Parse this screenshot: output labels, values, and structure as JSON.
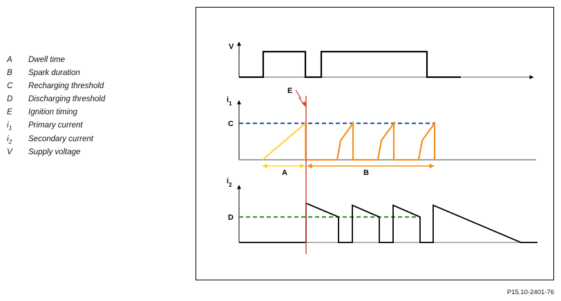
{
  "legend": [
    {
      "key": "A",
      "sub": "",
      "label": "Dwell time"
    },
    {
      "key": "B",
      "sub": "",
      "label": "Spark duration"
    },
    {
      "key": "C",
      "sub": "",
      "label": "Recharging threshold"
    },
    {
      "key": "D",
      "sub": "",
      "label": "Discharging threshold"
    },
    {
      "key": "E",
      "sub": "",
      "label": "Ignition timing"
    },
    {
      "key": "i",
      "sub": "1",
      "label": "Primary current"
    },
    {
      "key": "i",
      "sub": "2",
      "label": "Secondary current"
    },
    {
      "key": "V",
      "sub": "",
      "label": "Supply voltage"
    }
  ],
  "diagram": {
    "v_axis": {
      "key": "V",
      "sub": ""
    },
    "i1_axis": {
      "key": "i",
      "sub": "1"
    },
    "i2_axis": {
      "key": "i",
      "sub": "2"
    },
    "threshold_c": "C",
    "threshold_d": "D",
    "ignition": "E",
    "span_a": "A",
    "span_b": "B",
    "colors": {
      "signal": "#000000",
      "dwell": "#ffd43b",
      "recharge": "#f0901e",
      "threshold_c": "#2a5d8f",
      "threshold_d": "#2a9a3c",
      "ignition": "#d64a3a",
      "axis": "#555555"
    }
  },
  "reference": "P15.10-2401-76"
}
